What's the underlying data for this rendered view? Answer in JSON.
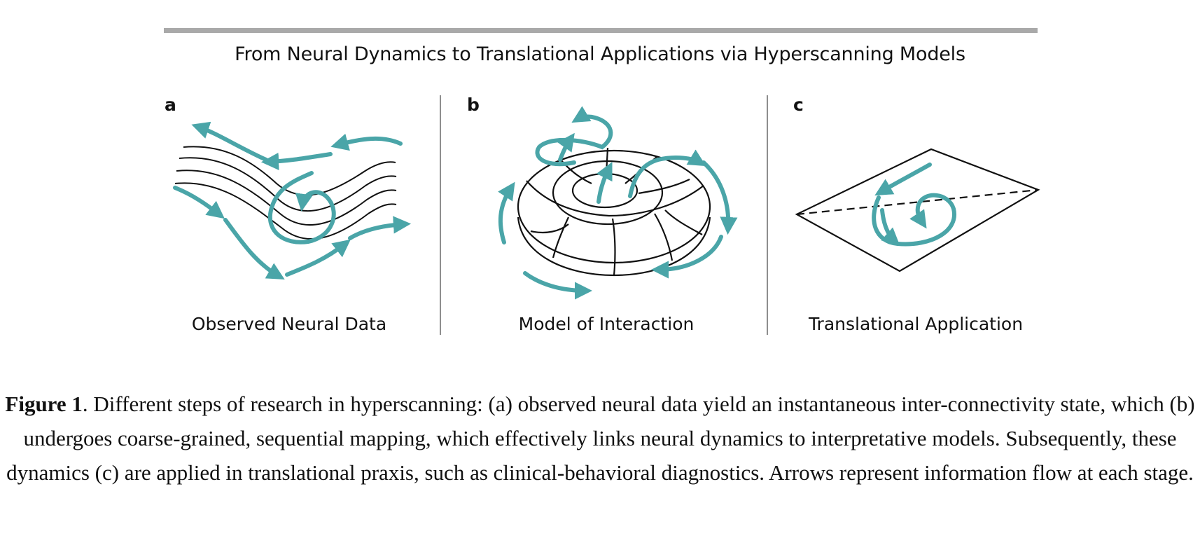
{
  "figure": {
    "title": "From Neural Dynamics to Translational Applications via Hyperscanning Models",
    "accent_color": "#4aa5a8",
    "line_color": "#111111",
    "panels": [
      {
        "letter": "a",
        "label": "Observed Neural Data"
      },
      {
        "letter": "b",
        "label": "Model of Interaction"
      },
      {
        "letter": "c",
        "label": "Translational Application"
      }
    ]
  },
  "caption": {
    "label": "Figure 1",
    "text": ". Different steps of research in hyperscanning: (a) observed neural data yield an instantaneous inter-connectivity state, which (b) undergoes coarse-grained, sequential mapping, which effectively links neural dynamics to interpretative models. Subsequently, these dynamics (c) are applied in translational praxis, such as clinical-behavioral diagnostics. Arrows represent information flow at each stage."
  }
}
